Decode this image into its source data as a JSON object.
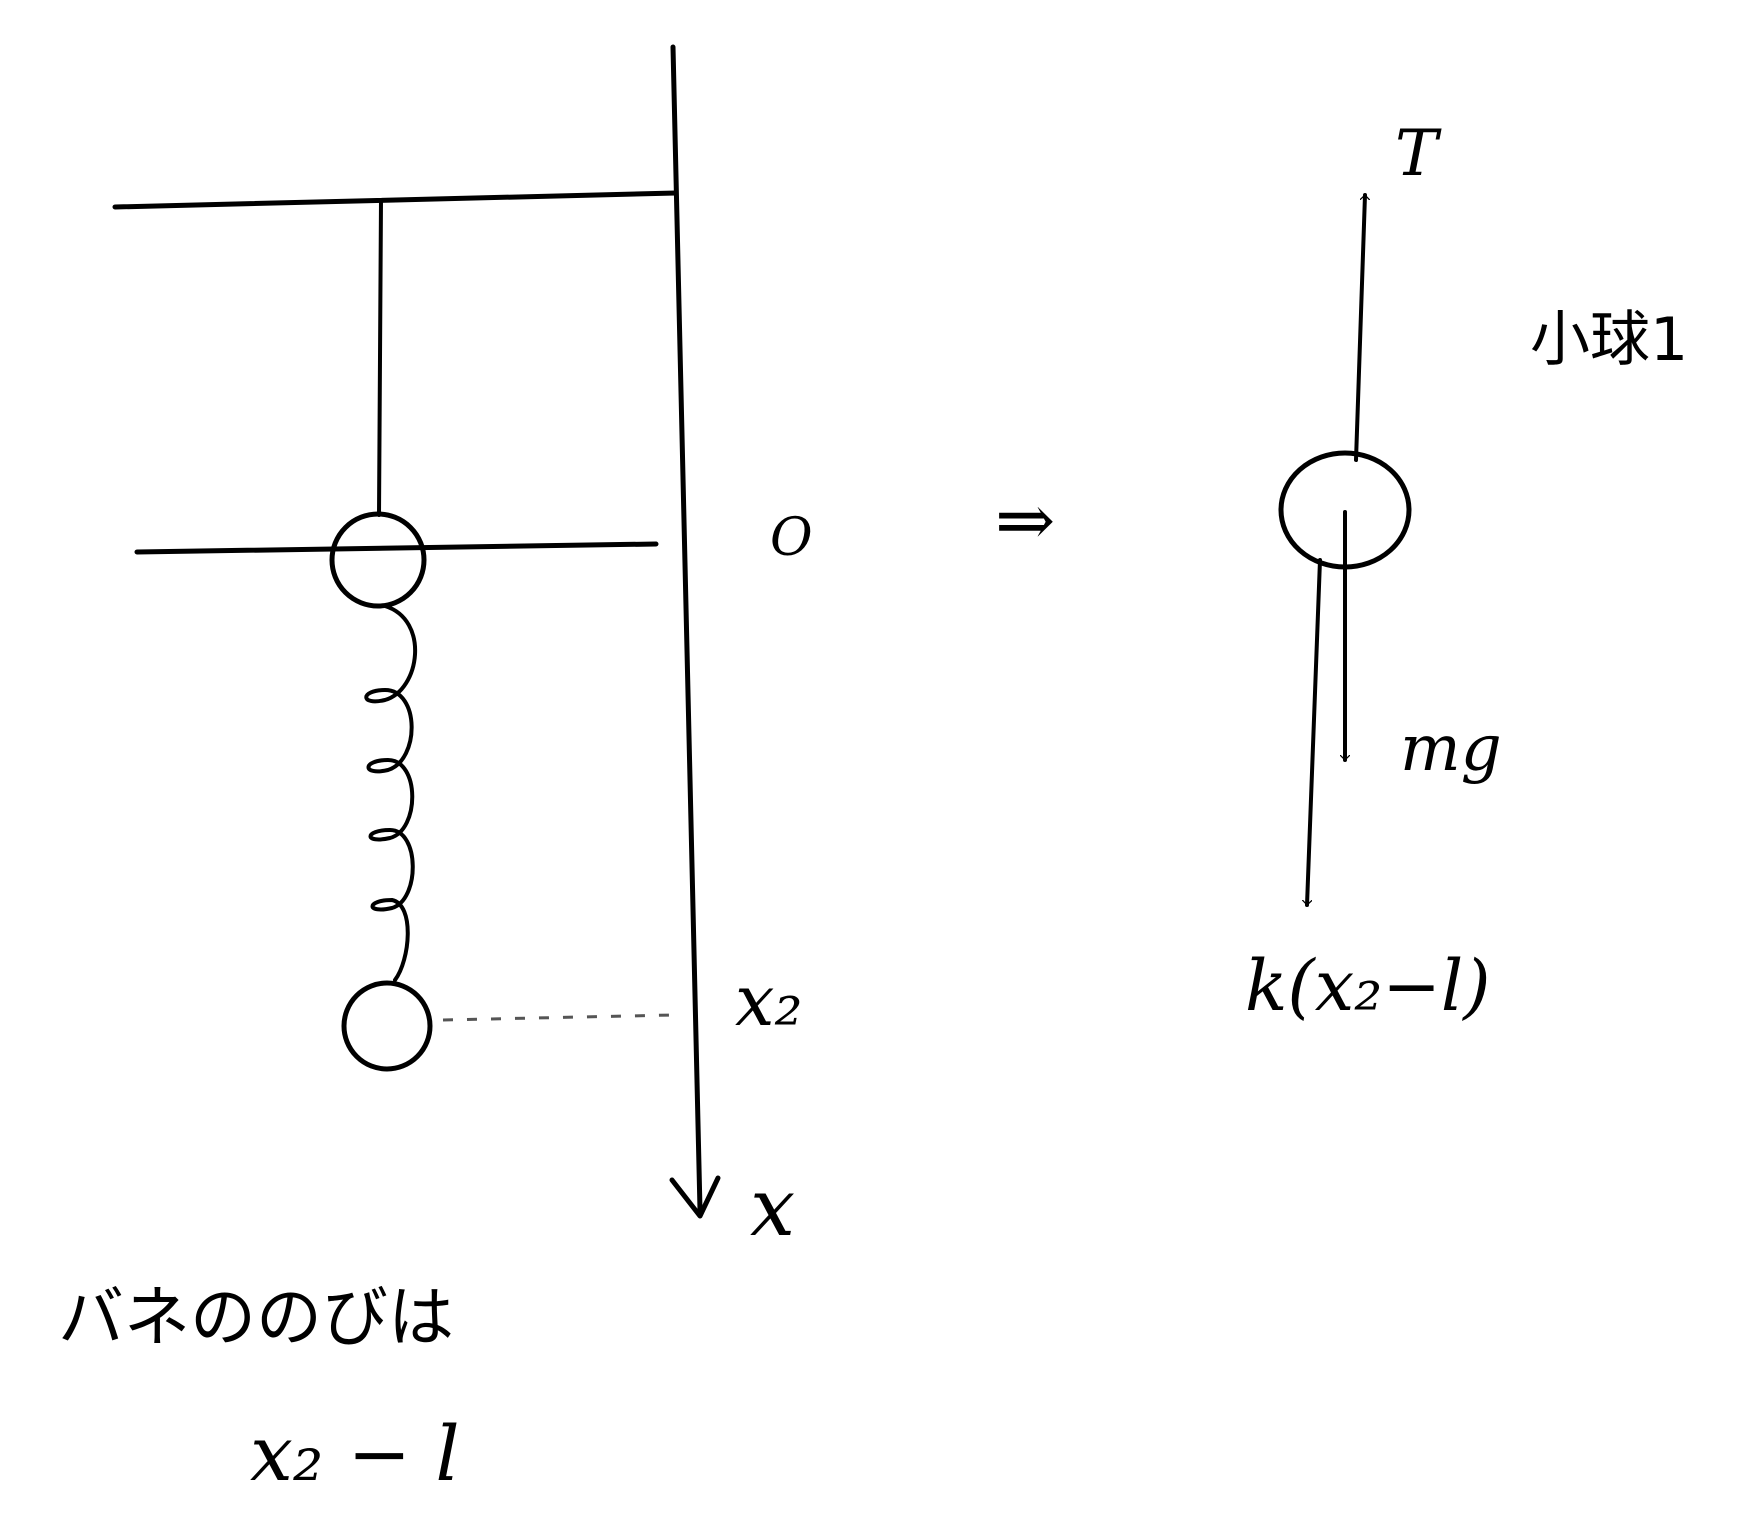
{
  "left_figure": {
    "origin_label": "O",
    "position_label": "x₂",
    "axis_label": "x"
  },
  "implies_symbol": "⇒",
  "free_body": {
    "title": "小球1",
    "tension_label": "T",
    "gravity_label": "mg",
    "spring_force_label": "k(x₂−l)"
  },
  "note": {
    "line1": "バネののびは",
    "line2": "x₂ − l"
  },
  "colors": {
    "ink": "#000000",
    "paper": "#ffffff"
  }
}
